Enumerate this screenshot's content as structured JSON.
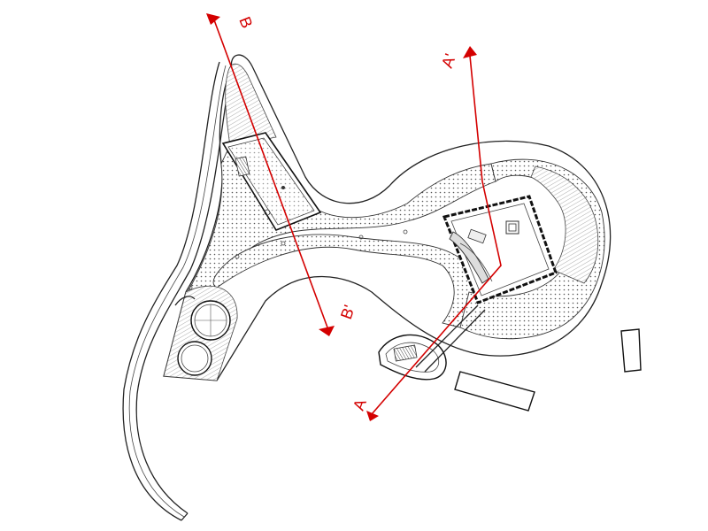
{
  "section_lines": [
    {
      "id": "B",
      "start_label": "B",
      "end_label": "B'"
    },
    {
      "id": "A",
      "start_label": "A",
      "end_label": "A'"
    }
  ],
  "colors": {
    "section_line": "#d40000",
    "outline": "#222222",
    "background": "#ffffff"
  }
}
